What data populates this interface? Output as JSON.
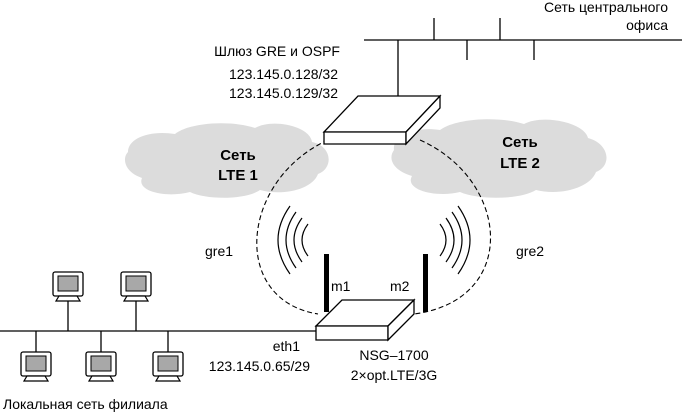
{
  "central_office": {
    "line1": "Сеть центрального",
    "line2": "офиса"
  },
  "gateway": {
    "title": "Шлюз GRE и OSPF",
    "ip1": "123.145.0.128/32",
    "ip2": "123.145.0.129/32"
  },
  "cloud_lte1": {
    "line1": "Сеть",
    "line2": "LTE 1"
  },
  "cloud_lte2": {
    "line1": "Сеть",
    "line2": "LTE 2"
  },
  "tunnels": {
    "left": "gre1",
    "right": "gre2"
  },
  "antennas": {
    "m1": "m1",
    "m2": "m2"
  },
  "router": {
    "interface": "eth1",
    "ip": "123.145.0.65/29",
    "model": "NSG–1700",
    "option": "2×opt.LTE/3G"
  },
  "branch_lan": {
    "label": "Локальная сеть филиала"
  }
}
